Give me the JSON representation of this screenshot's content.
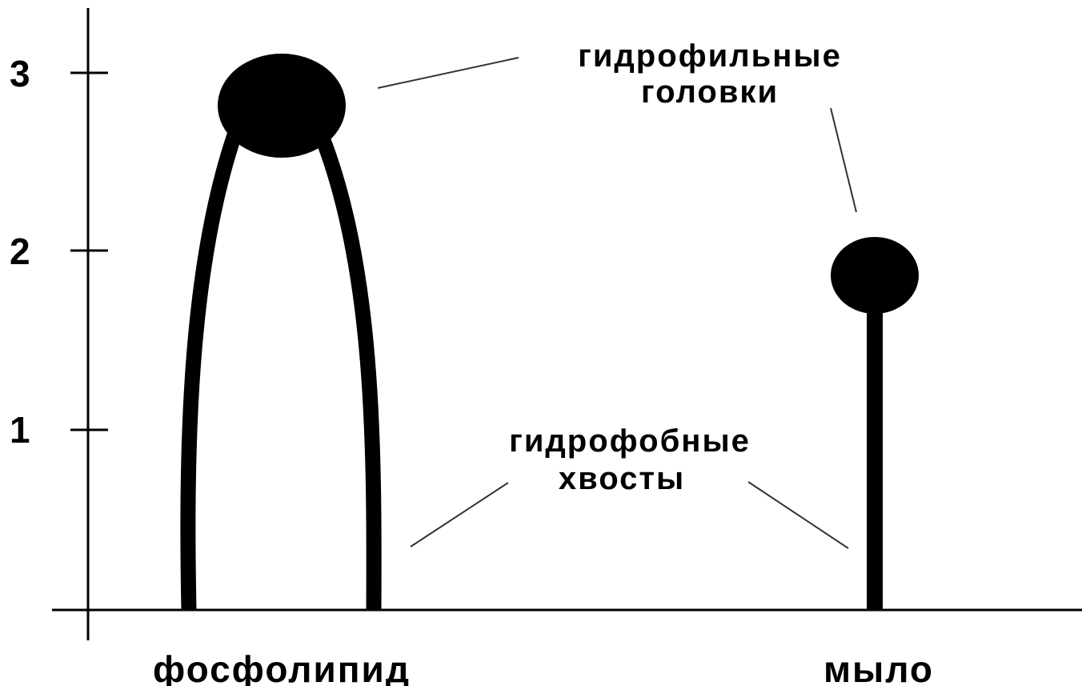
{
  "axis": {
    "ticks": [
      "1",
      "2",
      "3"
    ]
  },
  "annotations": {
    "heads_line1": "гидрофильные",
    "heads_line2": "головки",
    "tails_line1": "гидрофобные",
    "tails_line2": "хвосты"
  },
  "molecules": {
    "phospholipid": "фосфолипид",
    "soap": "мыло"
  },
  "colors": {
    "ink": "#000000",
    "background": "#ffffff",
    "leader": "#333333"
  }
}
